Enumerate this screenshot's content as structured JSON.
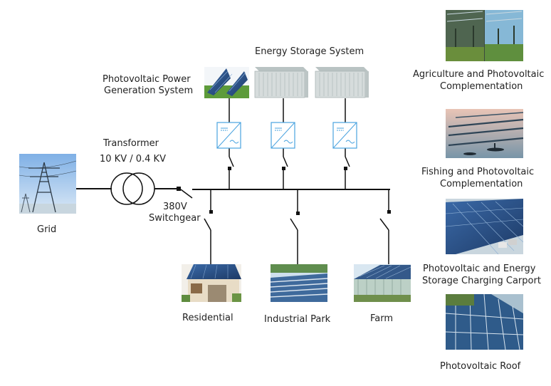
{
  "labels": {
    "energy_storage": "Energy Storage System",
    "pv_power_l1": "Photovoltaic Power",
    "pv_power_l2": "Generation System",
    "transformer": "Transformer",
    "transformer_rating": "10 KV / 0.4 KV",
    "switchgear_l1": "380V",
    "switchgear_l2": "Switchgear",
    "grid": "Grid",
    "residential": "Residential",
    "industrial": "Industrial Park",
    "farm": "Farm",
    "agri_l1": "Agriculture and Photovoltaic",
    "agri_l2": "Complementation",
    "fishing_l1": "Fishing and Photovoltaic",
    "fishing_l2": "Complementation",
    "carport_l1": "Photovoltaic and Energy",
    "carport_l2": "Storage Charging Carport",
    "pv_roof": "Photovoltaic Roof"
  },
  "icons": {
    "inverter": "dc-ac-inverter-icon",
    "transformer": "transformer-icon",
    "switch": "switch-icon"
  },
  "colors": {
    "line": "#111111",
    "inverter": "#4aa3df",
    "container": "#d6dcdc",
    "panel": "#2a4f86",
    "sky": "#9cc4ea"
  }
}
